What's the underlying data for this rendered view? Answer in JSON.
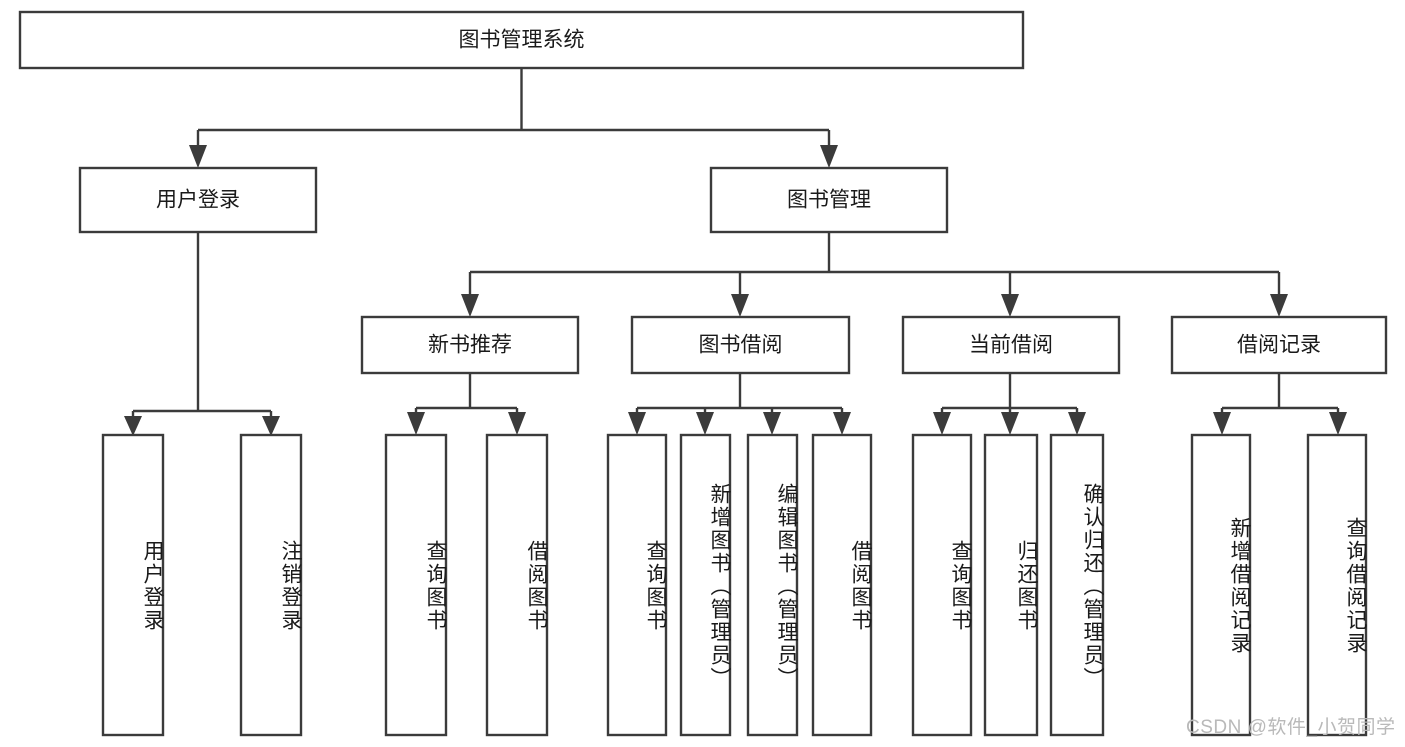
{
  "diagram": {
    "title": "图书管理系统",
    "type": "hierarchy-tree",
    "watermark": "CSDN @软件_小贺同学",
    "colors": {
      "stroke": "#3b3b3b",
      "fill": "#ffffff",
      "text": "#1a1a1a",
      "watermark": "#b9b9b9"
    },
    "root": {
      "label": "图书管理系统",
      "orientation": "horizontal"
    },
    "level1": [
      {
        "label": "用户登录",
        "orientation": "horizontal"
      },
      {
        "label": "图书管理",
        "orientation": "horizontal"
      }
    ],
    "level2": [
      {
        "label": "新书推荐",
        "orientation": "horizontal"
      },
      {
        "label": "图书借阅",
        "orientation": "horizontal"
      },
      {
        "label": "当前借阅",
        "orientation": "horizontal"
      },
      {
        "label": "借阅记录",
        "orientation": "horizontal"
      }
    ],
    "leaves": {
      "user_login": [
        {
          "label": "用户登录",
          "orientation": "vertical"
        },
        {
          "label": "注销登录",
          "orientation": "vertical"
        }
      ],
      "new_book_recommend": [
        {
          "label": "查询图书",
          "orientation": "vertical"
        },
        {
          "label": "借阅图书",
          "orientation": "vertical"
        }
      ],
      "book_borrow": [
        {
          "label": "查询图书",
          "orientation": "vertical"
        },
        {
          "label": "新增图书（管理员）",
          "orientation": "vertical"
        },
        {
          "label": "编辑图书（管理员）",
          "orientation": "vertical"
        },
        {
          "label": "借阅图书",
          "orientation": "vertical"
        }
      ],
      "current_borrow": [
        {
          "label": "查询图书",
          "orientation": "vertical"
        },
        {
          "label": "归还图书",
          "orientation": "vertical"
        },
        {
          "label": "确认归还（管理员）",
          "orientation": "vertical"
        }
      ],
      "borrow_record": [
        {
          "label": "新增借阅记录",
          "orientation": "vertical"
        },
        {
          "label": "查询借阅记录",
          "orientation": "vertical"
        }
      ]
    }
  }
}
